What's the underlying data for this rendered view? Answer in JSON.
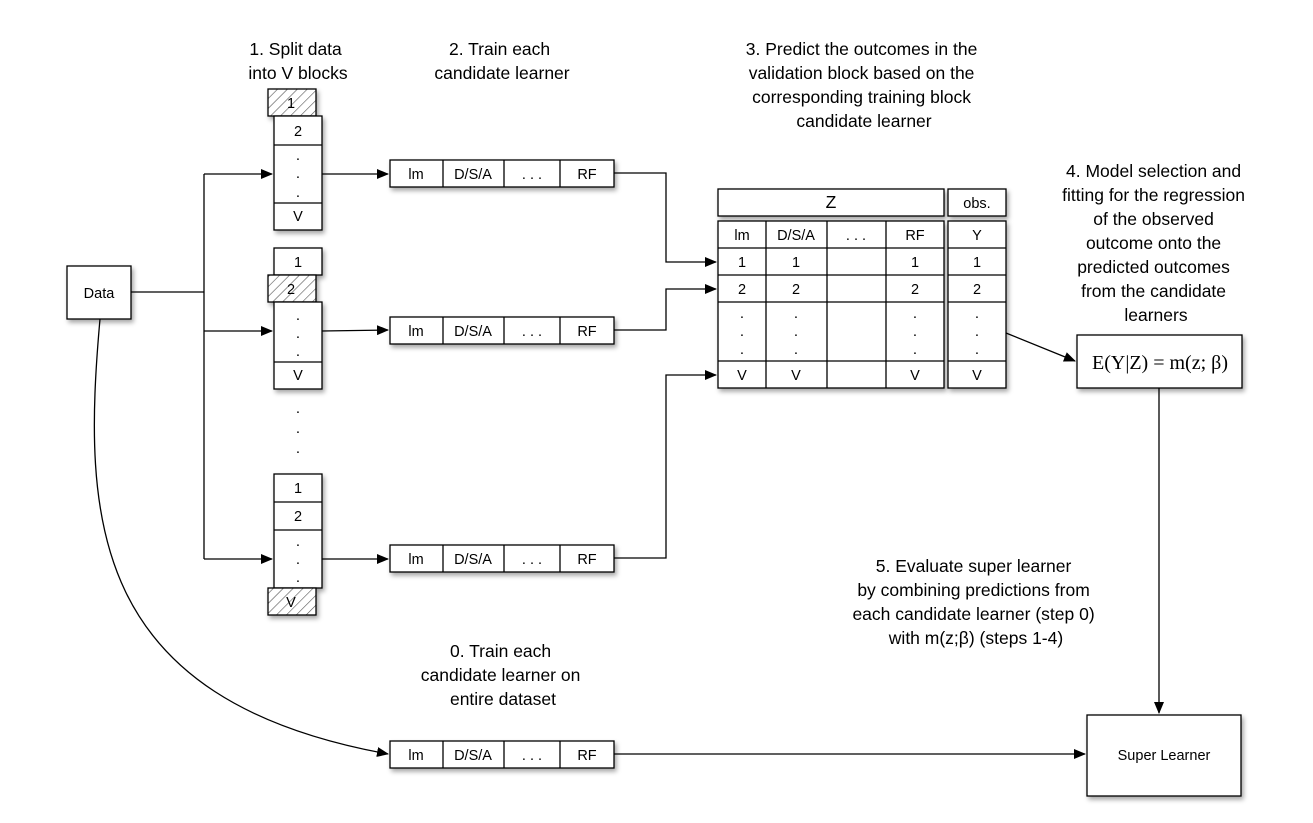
{
  "steps": {
    "step1": [
      "1. Split data",
      "into V blocks"
    ],
    "step2": [
      "2. Train each",
      "candidate learner"
    ],
    "step3": [
      "3. Predict the outcomes in the",
      "validation block based on the",
      "corresponding training block",
      "candidate learner"
    ],
    "step4": [
      "4. Model selection and",
      "fitting for the regression",
      "of the observed",
      "outcome onto the",
      "predicted outcomes",
      "from the candidate",
      "learners"
    ],
    "step5": [
      "5. Evaluate super learner",
      "by combining predictions from",
      "each candidate learner (step 0)",
      "with m(z;β) (steps 1-4)"
    ],
    "step0": [
      "0. Train each",
      "candidate learner on",
      "entire dataset"
    ]
  },
  "data_label": "Data",
  "super_learner_label": "Super Learner",
  "formula": "E(Y|Z) = m(z; β)",
  "learners": [
    "lm",
    "D/S/A",
    ". . .",
    "RF"
  ],
  "folds": {
    "one": "1",
    "two": "2",
    "v": "V",
    "dot": "."
  },
  "table": {
    "z_header": "Z",
    "obs_header": "obs.",
    "columns": [
      "lm",
      "D/S/A",
      ". . .",
      "RF"
    ],
    "y_column": "Y",
    "rows": [
      [
        "1",
        "1",
        "",
        "1"
      ],
      [
        "2",
        "2",
        "",
        "2"
      ],
      [
        ".",
        ".",
        "",
        "."
      ],
      [
        "V",
        "V",
        "",
        "V"
      ]
    ],
    "y_rows": [
      "1",
      "2",
      ".",
      "V"
    ]
  },
  "ellipsis_dot": "."
}
